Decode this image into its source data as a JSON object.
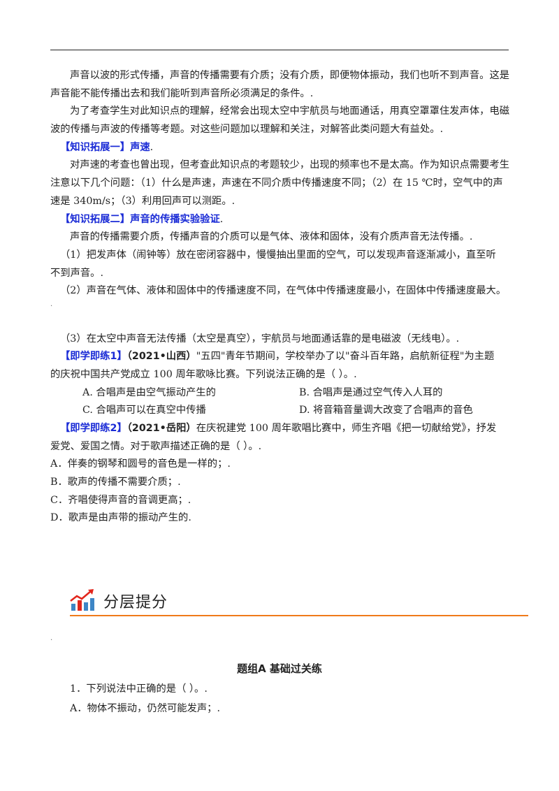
{
  "para1": {
    "l1": "声音以波的形式传播，声音的传播需要有介质；没有介质，即便物体振动，我们也听不到声音。这是",
    "l2": "声音能不能传播出去和我们能听到声音所必须满足的条件。."
  },
  "para2": {
    "l1": "为了考查学生对此知识点的理解，经常会出现太空中宇航员与地面通话，用真空罩罩住发声体，电磁",
    "l2": "波的传播与声波的传播等考题。对这些问题加以理解和关注，对解答此类问题大有益处。."
  },
  "ext1": {
    "heading": "【知识拓展一】声速",
    "heading_tail": ".",
    "l1": "对声速的考查也曾出现，但考查此知识点的考题较少，出现的频率也不是太高。作为知识点需要考生",
    "l2": "注意以下几个问题：（1）什么是声速，声速在不同介质中传播速度不同；（2）在 15 ℃时，空气中的声",
    "l3": "速是 340m/s；（3）利用回声可以测距。."
  },
  "ext2": {
    "heading": "【知识拓展二】声音的传播实验验证",
    "heading_tail": ".",
    "l1": "声音的传播需要介质，传播声音的介质可以是气体、液体和固体，没有介质声音无法传播。.",
    "p1a": "（1）把发声体（闹钟等）放在密闭容器中，慢慢抽出里面的空气，可以发现声音逐渐减小，直至听",
    "p1b": "不到声音。.",
    "p2": "（2）声音在气体、液体和固体中的传播速度不同，在气体中传播速度最小，在固体中传播速度最大。",
    "p2dot": ".",
    "p3": "（3）在太空中声音无法传播（太空是真空），宇航员与地面通话靠的是电磁波（无线电）。."
  },
  "ex1": {
    "tag": "【即学即练1】",
    "source": "（2021•山西）",
    "l1": "\"五四\"青年节期间，学校举办了以\"奋斗百年路，启航新征程\"为主题",
    "l2": "的庆祝中国共产党成立  100  周年歌咏比赛。下列说法正确的是（            ）。.",
    "opt_a": "A. 合唱声是由空气振动产生的",
    "opt_b": "B. 合唱声是通过空气传入人耳的",
    "opt_c": "C. 合唱声可以在真空中传播",
    "opt_d": "D. 将音箱音量调大改变了合唱声的音色"
  },
  "ex2": {
    "tag": "【即学即练2】",
    "source": "（2021•岳阳）",
    "l1": "在庆祝建党 100 周年歌唱比赛中，师生齐唱《把一切献给党》，抒发",
    "l2": "爱党、爱国之情。对于歌声描述正确的是（      ）。.",
    "opt_a": "A．伴奏的钢琴和圆号的音色是一样的；.",
    "opt_b": "B．歌声的传播不需要介质；.",
    "opt_c": "C．齐唱使得声音的音调更高；.",
    "opt_d": "D．歌声是由声带的振动产生的."
  },
  "section": {
    "title": "分层提分",
    "dot": "."
  },
  "group_a": {
    "title": "题组A   基础过关练",
    "q1": "1．下列说法中正确的是（    ）。.",
    "q1_a": "A．物体不振动，仍然可能发声；."
  },
  "colors": {
    "heading_blue": "#1a2bd6",
    "accent_orange": "#f07a1a",
    "icon_red": "#e2261c",
    "icon_blue": "#3d86c6"
  }
}
